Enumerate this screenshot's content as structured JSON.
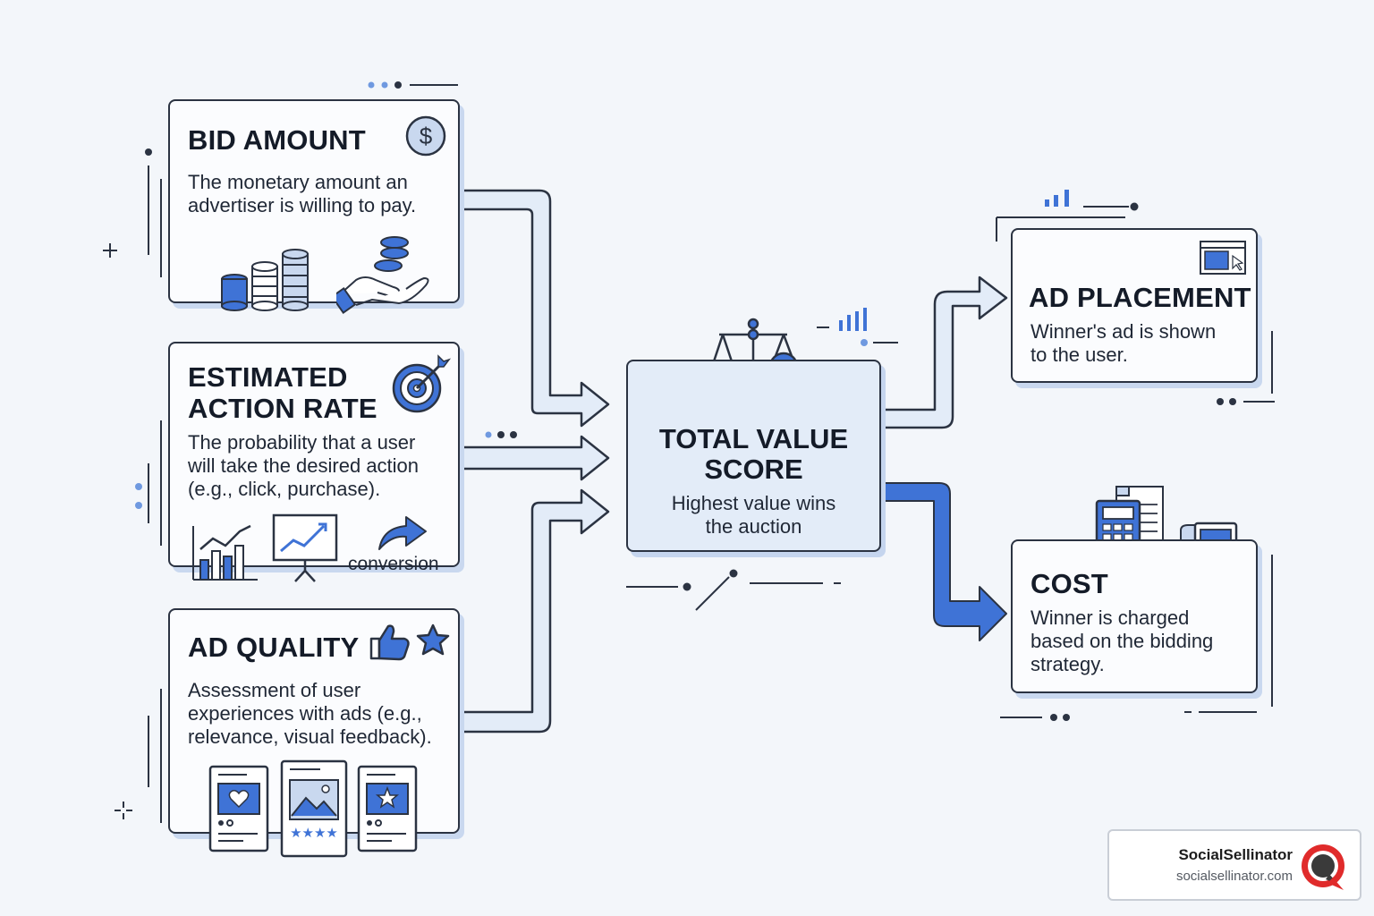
{
  "inputs": {
    "bid_amount": {
      "title": "BID AMOUNT",
      "desc_line1": "The monetary amount an",
      "desc_line2": "advertiser is willing to pay."
    },
    "estimated_action_rate": {
      "title_line1": "ESTIMATED",
      "title_line2": "ACTION RATE",
      "desc_line1": "The probability that a user",
      "desc_line2": "will take the desired action",
      "desc_line3": "(e.g., click, purchase).",
      "conversion_label": "conversion"
    },
    "ad_quality": {
      "title": "AD QUALITY",
      "desc_line1": "Assessment of user",
      "desc_line2": "experiences with ads (e.g.,",
      "desc_line3": "relevance, visual feedback)."
    }
  },
  "center": {
    "title_line1": "TOTAL VALUE",
    "title_line2": "SCORE",
    "desc_line1": "Highest value wins",
    "desc_line2": "the auction"
  },
  "outputs": {
    "ad_placement": {
      "title": "AD PLACEMENT",
      "desc_line1": "Winner's ad is shown",
      "desc_line2": "to the user."
    },
    "cost": {
      "title": "COST",
      "desc_line1": "Winner is charged",
      "desc_line2": "based on the bidding",
      "desc_line3": "strategy."
    }
  },
  "brand": {
    "name": "SocialSellinator",
    "url": "socialsellinator.com"
  },
  "colors": {
    "accent_blue": "#3f73d6",
    "light_blue": "#c9d8ef",
    "outline": "#2b3342",
    "brand_red": "#e02b2b"
  },
  "icons": [
    "dollar-icon",
    "coin-stacks-icon",
    "hand-coins-icon",
    "target-icon",
    "bar-chart-icon",
    "presentation-chart-icon",
    "curved-arrow-icon",
    "thumbs-up-icon",
    "star-icon",
    "ad-card-icon",
    "scale-icon",
    "plus-icon",
    "browser-window-icon",
    "calculator-icon",
    "receipt-icon",
    "signal-bars-icon",
    "speech-bubble-logo-icon"
  ]
}
